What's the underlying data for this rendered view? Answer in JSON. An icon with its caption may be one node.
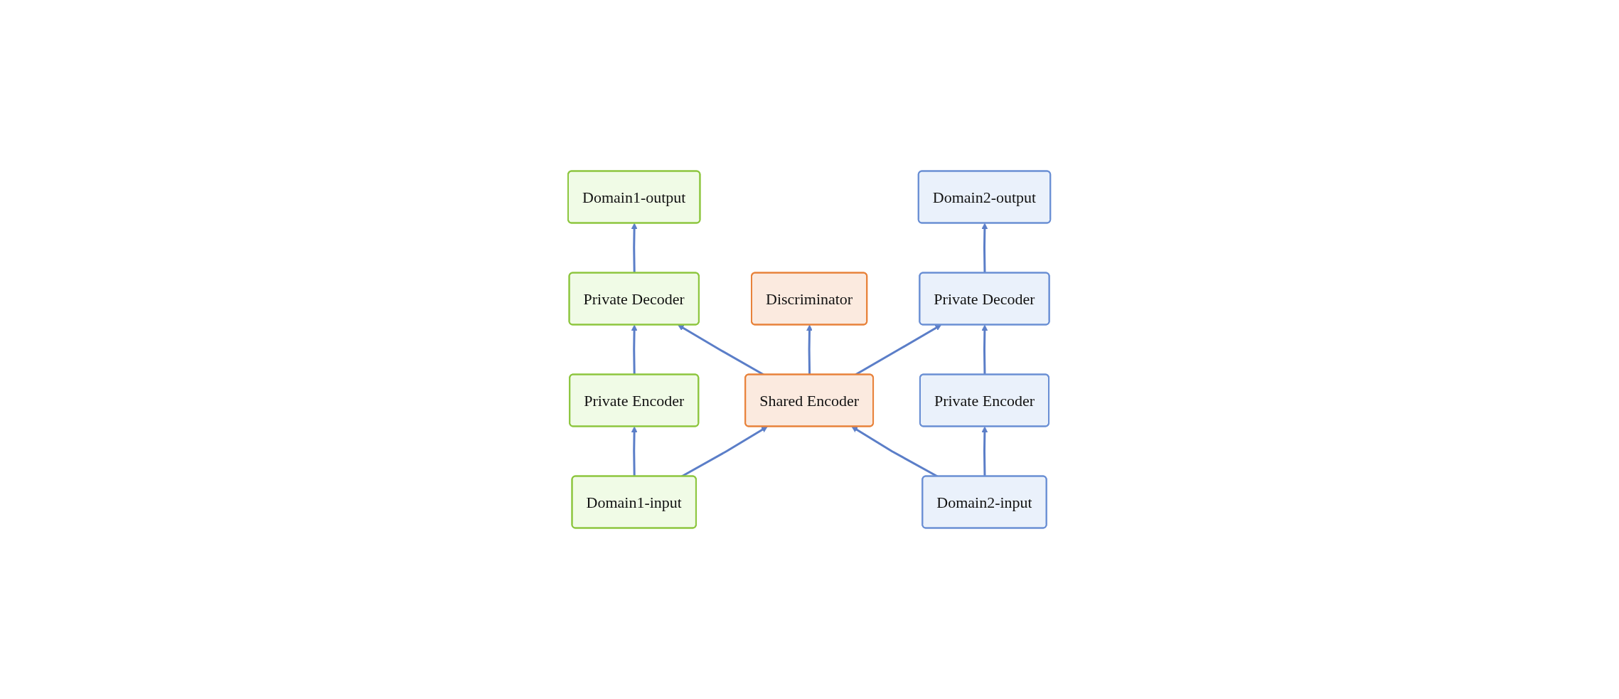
{
  "diagram": {
    "nodes": [
      {
        "text": [
          "Domain1-output"
        ]
      },
      {
        "text": [
          "Domain2-output"
        ]
      },
      {
        "text": [
          "Private Decoder"
        ]
      },
      {
        "text": [
          "Discriminator"
        ]
      },
      {
        "text": [
          "Private Decoder"
        ]
      },
      {
        "text": [
          "Private Encoder"
        ]
      },
      {
        "text": [
          "Shared Encoder"
        ]
      },
      {
        "text": [
          "Private Encoder"
        ]
      },
      {
        "text": [
          "Domain1-input"
        ]
      },
      {
        "text": [
          "Domain2-input"
        ]
      }
    ],
    "edges": [
      {
        "from": 2,
        "to": 0,
        "arrow": "to"
      },
      {
        "from": 4,
        "to": 1,
        "arrow": "to"
      },
      {
        "from": 5,
        "to": 2,
        "arrow": "to"
      },
      {
        "from": 6,
        "to": 2,
        "arrow": "to"
      },
      {
        "from": 6,
        "to": 3,
        "arrow": "to"
      },
      {
        "from": 6,
        "to": 4,
        "arrow": "to"
      },
      {
        "from": 7,
        "to": 4,
        "arrow": "to"
      },
      {
        "from": 8,
        "to": 5,
        "arrow": "to"
      },
      {
        "from": 8,
        "to": 6,
        "arrow": "to"
      },
      {
        "from": 9,
        "to": 6,
        "arrow": "to"
      },
      {
        "from": 9,
        "to": 7,
        "arrow": "to"
      }
    ]
  }
}
